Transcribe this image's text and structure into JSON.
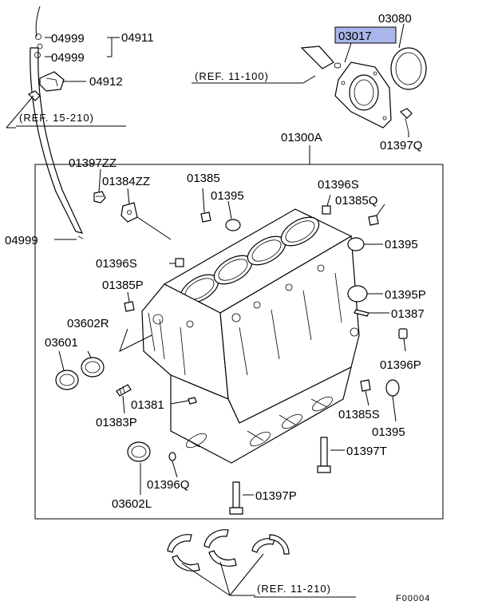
{
  "parts": {
    "p04911": "04911",
    "p04999_a": "04999",
    "p04999_b": "04999",
    "p04912": "04912",
    "p04999_c": "04999",
    "p03080": "03080",
    "p03017": "03017",
    "p01397Q": "01397Q",
    "p01300A": "01300A",
    "p01397ZZ": "01397ZZ",
    "p01384ZZ": "01384ZZ",
    "p01385": "01385",
    "p01395_a": "01395",
    "p01396S_a": "01396S",
    "p01385Q": "01385Q",
    "p01395_b": "01395",
    "p01396S_b": "01396S",
    "p01385P": "01385P",
    "p01395P": "01395P",
    "p01387": "01387",
    "p03602R": "03602R",
    "p03601": "03601",
    "p01396P": "01396P",
    "p01381": "01381",
    "p01385S": "01385S",
    "p01383P": "01383P",
    "p01395_c": "01395",
    "p01397T": "01397T",
    "p01396Q": "01396Q",
    "p03602L": "03602L",
    "p01397P": "01397P"
  },
  "refs": {
    "ref_11_100": "(REF. 11-100)",
    "ref_15_210": "(REF. 15-210)",
    "ref_11_210": "(REF. 11-210)"
  },
  "figure_id": "F00004",
  "highlight_color": "#a9b6ea"
}
